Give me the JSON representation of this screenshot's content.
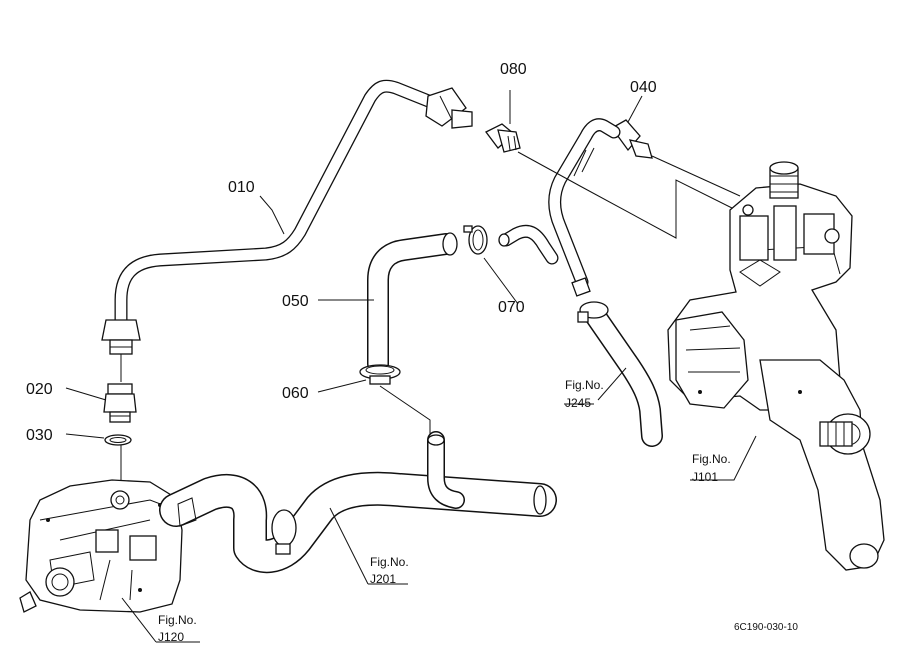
{
  "parts": [
    {
      "id": "part-010",
      "label": "010"
    },
    {
      "id": "part-020",
      "label": "020"
    },
    {
      "id": "part-030",
      "label": "030"
    },
    {
      "id": "part-040",
      "label": "040"
    },
    {
      "id": "part-050",
      "label": "050"
    },
    {
      "id": "part-060",
      "label": "060"
    },
    {
      "id": "part-070",
      "label": "070"
    },
    {
      "id": "part-080",
      "label": "080"
    }
  ],
  "figure_refs": [
    {
      "id": "fig-j245",
      "line1": "Fig.No.",
      "line2": "J245"
    },
    {
      "id": "fig-j101",
      "line1": "Fig.No.",
      "line2": "J101"
    },
    {
      "id": "fig-j201",
      "line1": "Fig.No.",
      "line2": "J201"
    },
    {
      "id": "fig-j120",
      "line1": "Fig.No.",
      "line2": "J120"
    }
  ],
  "drawing_code": "6C190-030-10"
}
